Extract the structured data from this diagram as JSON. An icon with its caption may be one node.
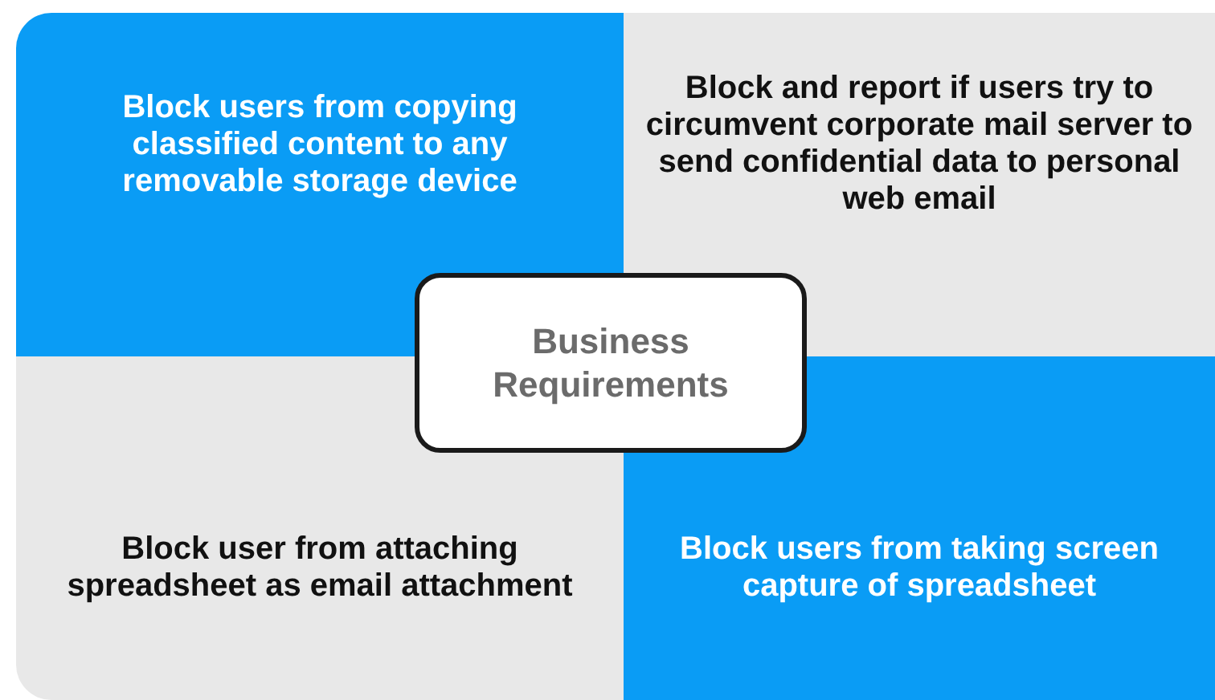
{
  "diagram": {
    "nodes": [
      {
        "text": [
          "Block users from copying classified content to any removable storage device"
        ]
      },
      {
        "text": [
          "Block and report if users try to circumvent corporate mail server to send confidential data to personal web email"
        ]
      },
      {
        "text": [
          "Business Requirements"
        ]
      },
      {
        "text": [
          "Block user from attaching spreadsheet as email attachment"
        ]
      },
      {
        "text": [
          "Block users from taking screen capture of spreadsheet"
        ]
      }
    ],
    "edges": []
  }
}
